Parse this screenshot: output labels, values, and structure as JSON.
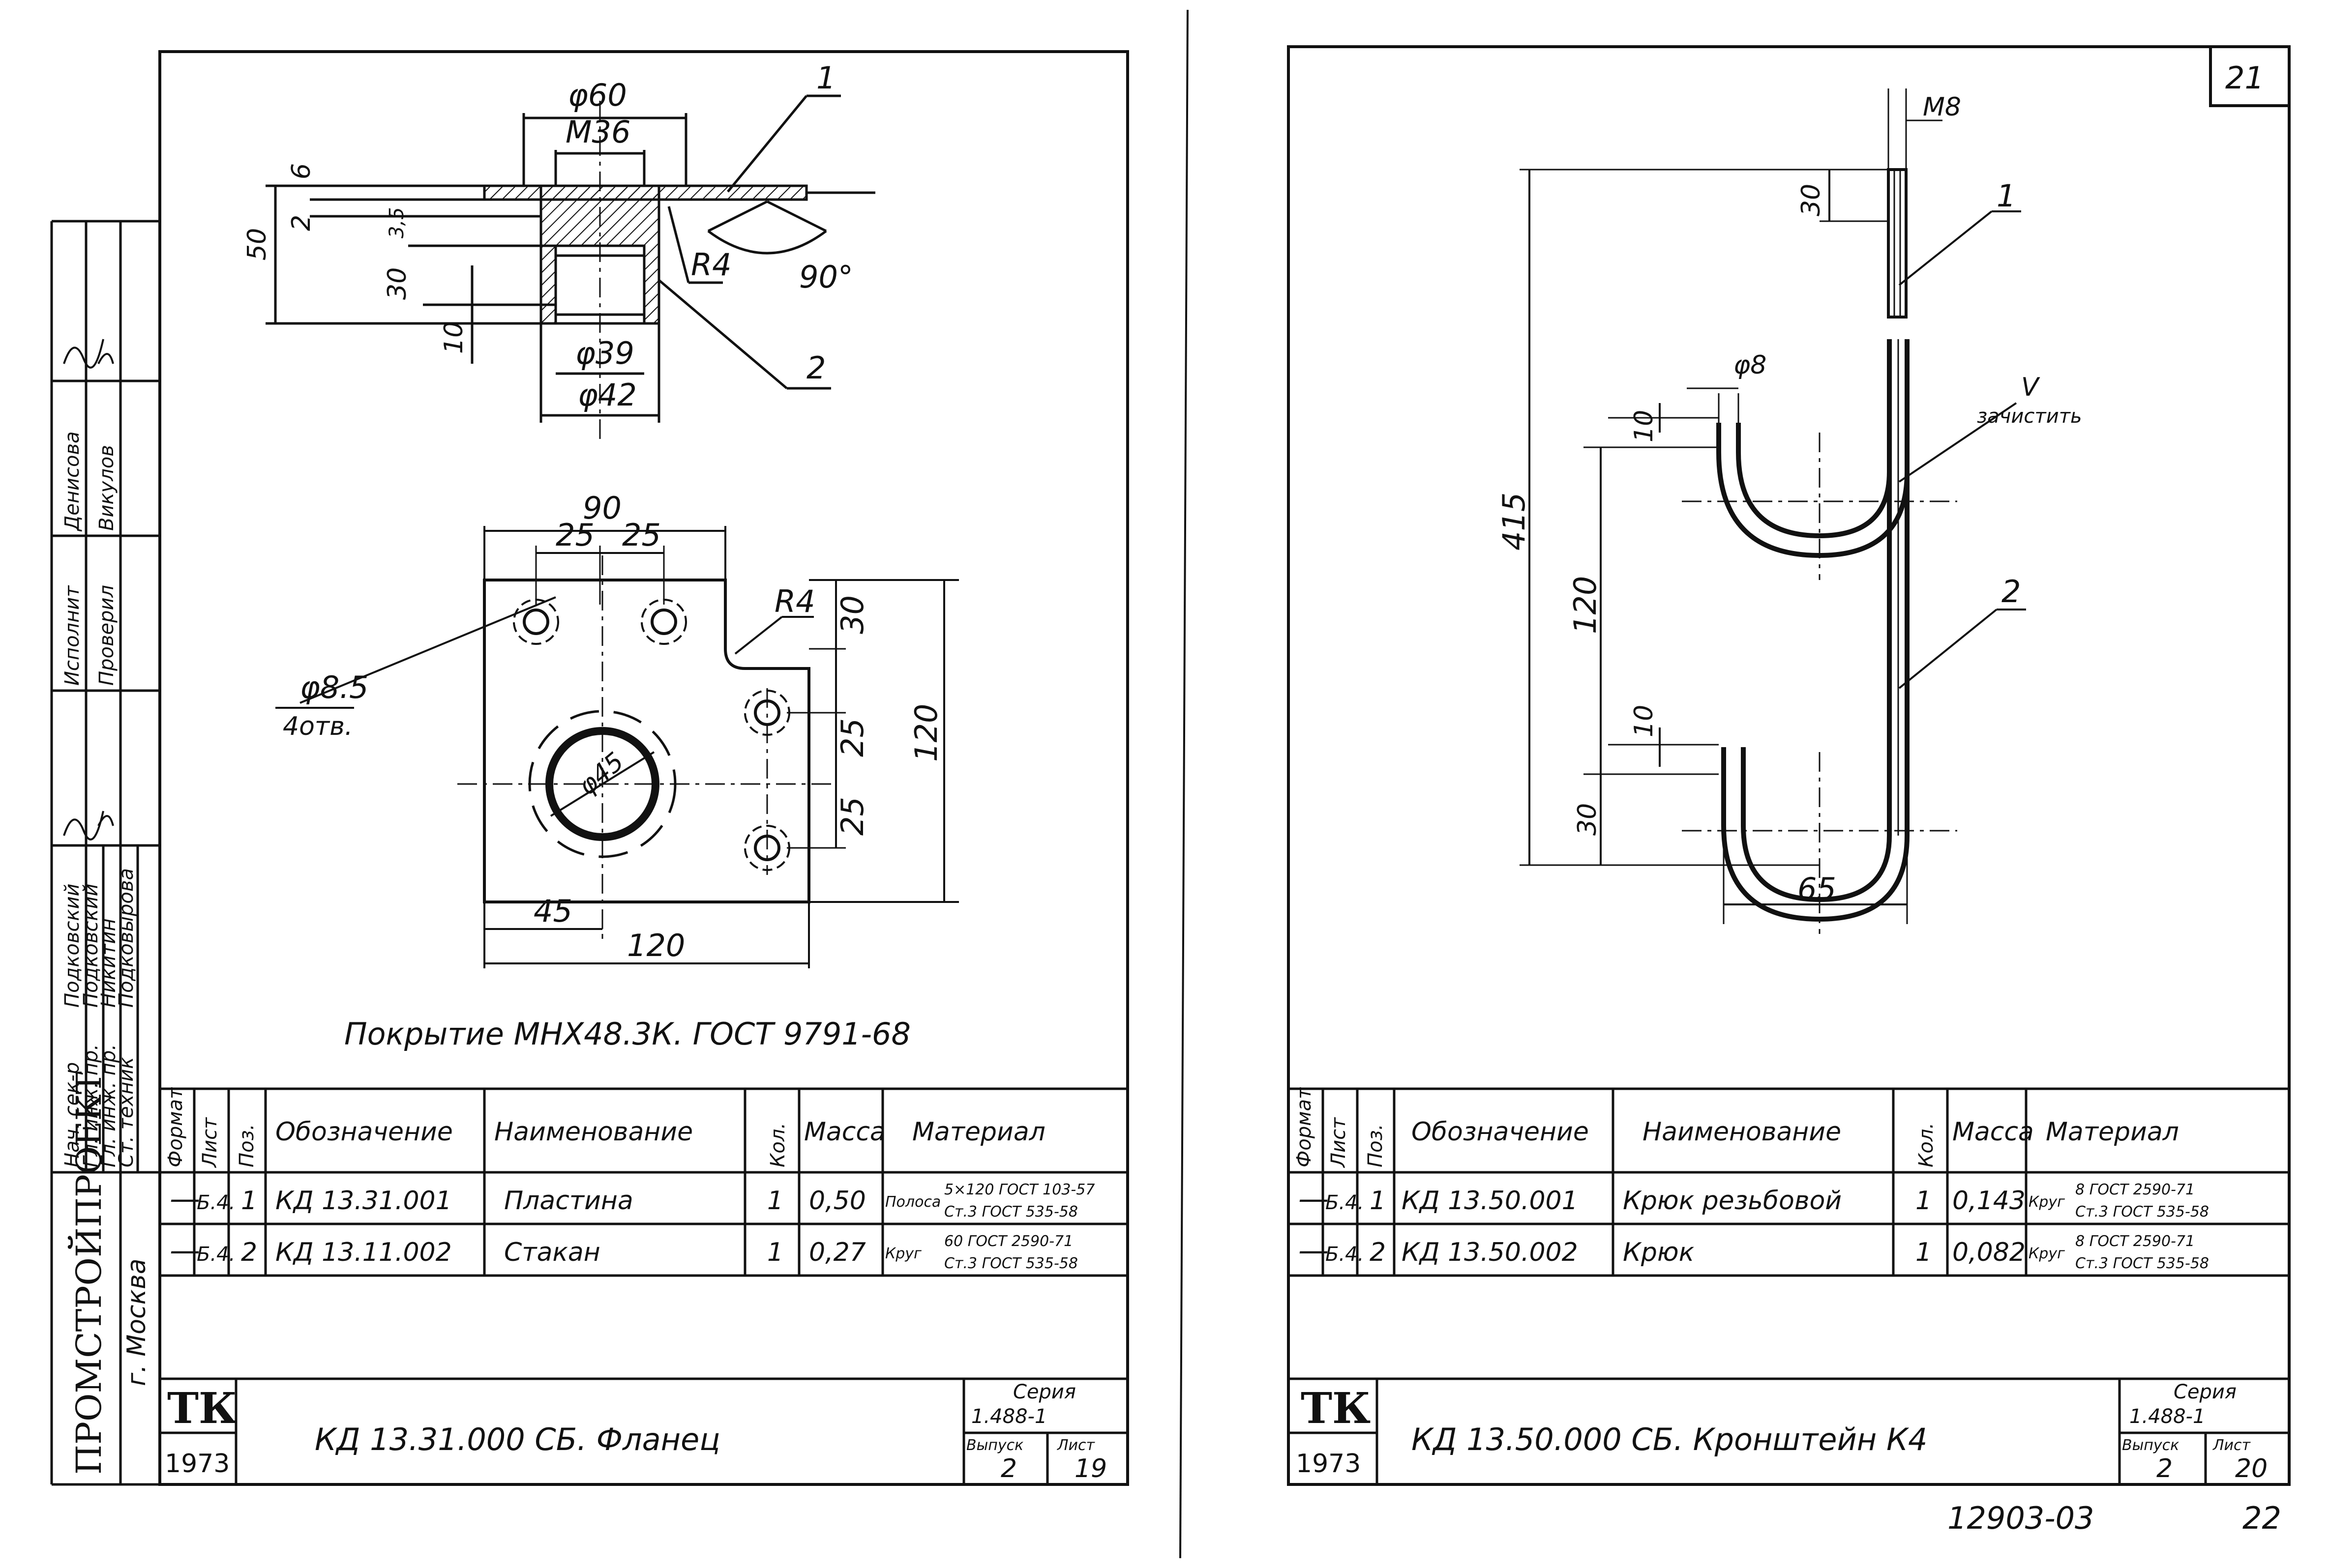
{
  "left_sheet": {
    "coating_note": "Покрытие МНХ48.3К. ГОСТ 9791-68",
    "dims": {
      "d60": "φ60",
      "m36": "М36",
      "d39": "φ39",
      "d42": "φ42",
      "r4a": "R4",
      "angle": "90°",
      "h50": "50",
      "h6": "6",
      "h2": "2",
      "h35": "3,5",
      "h30": "30",
      "h10": "10",
      "w90": "90",
      "w25a": "25",
      "w25b": "25",
      "r4b": "R4",
      "v30": "30",
      "v25a": "25",
      "v25b": "25",
      "v120": "120",
      "d45": "φ45",
      "w45": "45",
      "w120": "120",
      "holes": "φ8.5",
      "holes_count": "4отв."
    },
    "callouts": {
      "c1": "1",
      "c2": "2"
    },
    "spec_headers": [
      "Формат",
      "Лист",
      "Поз.",
      "Обозначение",
      "Наименование",
      "Кол.",
      "Масса",
      "Материал"
    ],
    "spec_rows": [
      {
        "format": "—",
        "sheet": "Б.4.",
        "pos": "1",
        "designation": "КД 13.31.001",
        "name": "Пластина",
        "qty": "1",
        "mass": "0,50",
        "mat_prefix": "Полоса",
        "mat_top": "5×120 ГОСТ 103-57",
        "mat_bottom": "Ст.3 ГОСТ 535-58"
      },
      {
        "format": "—",
        "sheet": "Б.4.",
        "pos": "2",
        "designation": "КД 13.11.002",
        "name": "Стакан",
        "qty": "1",
        "mass": "0,27",
        "mat_prefix": "Круг",
        "mat_top": "60 ГОСТ 2590-71",
        "mat_bottom": "Ст.3 ГОСТ 535-58"
      }
    ],
    "title_block": {
      "tk": "ТК",
      "year": "1973",
      "title": "КД 13.31.000 СБ. Фланец",
      "series_label": "Серия",
      "series": "1.488-1",
      "issue_label": "Выпуск",
      "sheet_label": "Лист",
      "issue": "2",
      "sheet": "19"
    }
  },
  "left_margin": {
    "org": "ПРОМСТРОЙПРОЕКТ",
    "city": "г. Москва",
    "roles": [
      "Нач. сек-р",
      "Гл. инж. пр.",
      "Гл. инж. пр.",
      "Ст. техник"
    ],
    "names": [
      "Подковский",
      "Подковский",
      "Никитин",
      "Подковырова"
    ],
    "staff": [
      {
        "role": "Исполнит",
        "name": "Денисова"
      },
      {
        "role": "Проверил",
        "name": "Викулов"
      }
    ]
  },
  "right_sheet": {
    "corner_number": "21",
    "dims": {
      "m8": "М8",
      "h30a": "30",
      "h415": "415",
      "d8": "φ8",
      "h10a": "10",
      "h120": "120",
      "h10b": "10",
      "h30b": "30",
      "w65": "65"
    },
    "callouts": {
      "c1": "1",
      "c2": "2",
      "clean": "зачистить",
      "clean_mark": "V"
    },
    "spec_headers": [
      "Формат",
      "Лист",
      "Поз.",
      "Обозначение",
      "Наименование",
      "Кол.",
      "Масса",
      "Материал"
    ],
    "spec_rows": [
      {
        "format": "—",
        "sheet": "Б.4.",
        "pos": "1",
        "designation": "КД 13.50.001",
        "name": "Крюк резьбовой",
        "qty": "1",
        "mass": "0,143",
        "mat_prefix": "Круг",
        "mat_top": "8 ГОСТ 2590-71",
        "mat_bottom": "Ст.3 ГОСТ 535-58"
      },
      {
        "format": "—",
        "sheet": "Б.4.",
        "pos": "2",
        "designation": "КД 13.50.002",
        "name": "Крюк",
        "qty": "1",
        "mass": "0,082",
        "mat_prefix": "Круг",
        "mat_top": "8 ГОСТ 2590-71",
        "mat_bottom": "Ст.3 ГОСТ 535-58"
      }
    ],
    "title_block": {
      "tk": "ТК",
      "year": "1973",
      "title": "КД 13.50.000 СБ. Кронштейн К4",
      "series_label": "Серия",
      "series": "1.488-1",
      "issue_label": "Выпуск",
      "sheet_label": "Лист",
      "issue": "2",
      "sheet": "20"
    }
  },
  "footer": {
    "doc_number": "12903-03",
    "page_number": "22"
  }
}
